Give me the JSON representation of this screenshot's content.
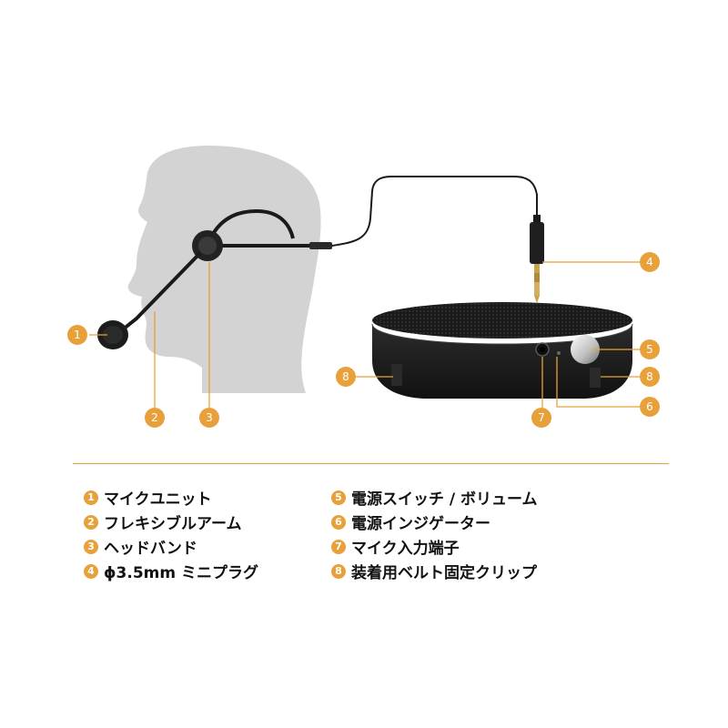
{
  "colors": {
    "accent": "#e8a13a",
    "head_silhouette": "#d3d3d3",
    "device": "#1c1c1c"
  },
  "callouts": [
    "1",
    "2",
    "3",
    "4",
    "5",
    "6",
    "7",
    "8",
    "8"
  ],
  "legend": {
    "left": [
      {
        "num": "1",
        "label": "マイクユニット"
      },
      {
        "num": "2",
        "label": "フレキシブルアーム"
      },
      {
        "num": "3",
        "label": "ヘッドバンド"
      },
      {
        "num": "4",
        "label": "ϕ3.5mm ミニプラグ"
      }
    ],
    "right": [
      {
        "num": "5",
        "label": "電源スイッチ / ボリューム"
      },
      {
        "num": "6",
        "label": "電源インジゲーター"
      },
      {
        "num": "7",
        "label": "マイク入力端子"
      },
      {
        "num": "8",
        "label": "装着用ベルト固定クリップ"
      }
    ]
  }
}
